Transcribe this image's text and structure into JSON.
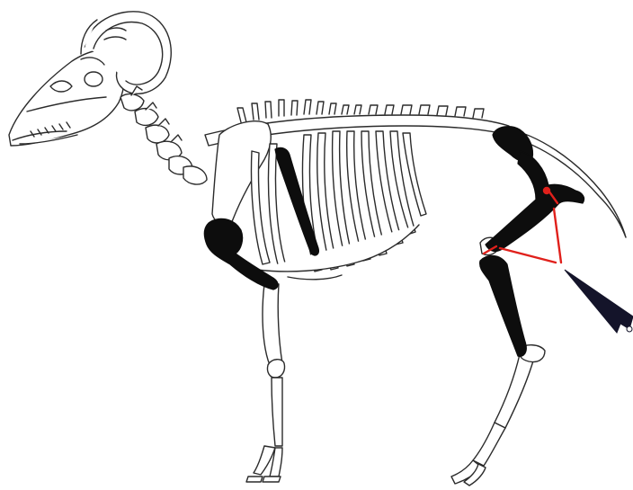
{
  "figure": {
    "subject": "ram-skeleton",
    "colors": {
      "background": "#ffffff",
      "outline": "#2b2b2b",
      "bone_fill": "#ffffff",
      "highlight_bone": "#0d0d0d",
      "angle_marker": "#e0201b",
      "pointer": "#14142a"
    },
    "highlighted_bones": [
      "scapula",
      "humerus",
      "thoracic-limb-bar",
      "femur",
      "tibia",
      "pelvis"
    ],
    "icons": [
      "pointer-arrow-icon"
    ]
  }
}
